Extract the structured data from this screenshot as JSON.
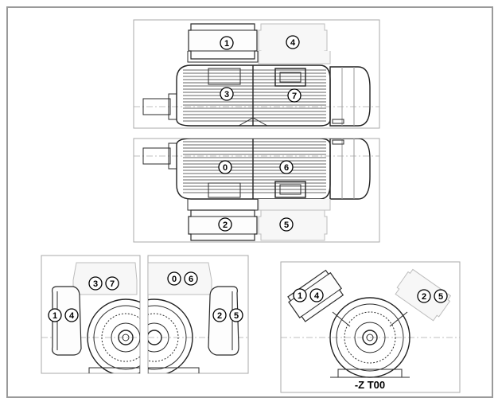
{
  "markers": {
    "m1": "1",
    "m4": "4",
    "m3": "3",
    "m7": "7",
    "m0": "0",
    "m6": "6",
    "m2": "2",
    "m5": "5",
    "bl3": "3",
    "bl7": "7",
    "bl1": "1",
    "bl4": "4",
    "bm0": "0",
    "bm6": "6",
    "bm2": "2",
    "bm5": "5",
    "br1": "1",
    "br4": "4",
    "br2": "2",
    "br5": "5"
  },
  "caption": "-Z T00"
}
